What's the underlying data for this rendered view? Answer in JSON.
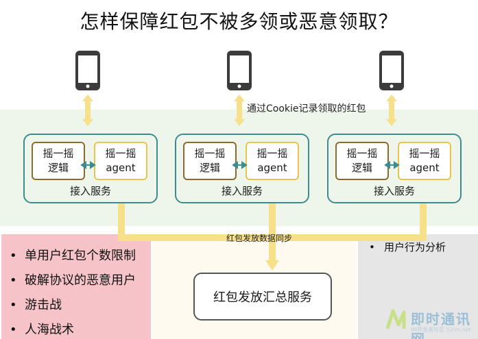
{
  "title": "怎样保障红包不被多领或恶意领取？",
  "cookie_note": "通过Cookie记录领取的红包",
  "sync_label": "红包发放数据同步",
  "services": [
    {
      "logic_label": "摇一摇\n逻辑",
      "agent_label": "摇一摇\nagent",
      "service_label": "接入服务"
    },
    {
      "logic_label": "摇一摇\n逻辑",
      "agent_label": "摇一摇\nagent",
      "service_label": "接入服务"
    },
    {
      "logic_label": "摇一摇\n逻辑",
      "agent_label": "摇一摇\nagent",
      "service_label": "接入服务"
    }
  ],
  "summary_service": "红包发放汇总服务",
  "left_bullets": [
    "单用户红包个数限制",
    "破解协议的恶意用户",
    "游击战",
    "人海战术"
  ],
  "right_bullets": [
    "用户行为分析"
  ],
  "watermark": {
    "name": "即时通讯网",
    "sub": "IM开发者社区 52im.net"
  },
  "colors": {
    "arrow": "#f7e08a",
    "service_border": "#3d8b8f",
    "logic_border": "#8a6a2e",
    "agent_border": "#e8c44a",
    "connector": "#3d8b8f"
  },
  "icons": [
    "phone-icon",
    "double-arrow-icon",
    "logo-icon"
  ]
}
